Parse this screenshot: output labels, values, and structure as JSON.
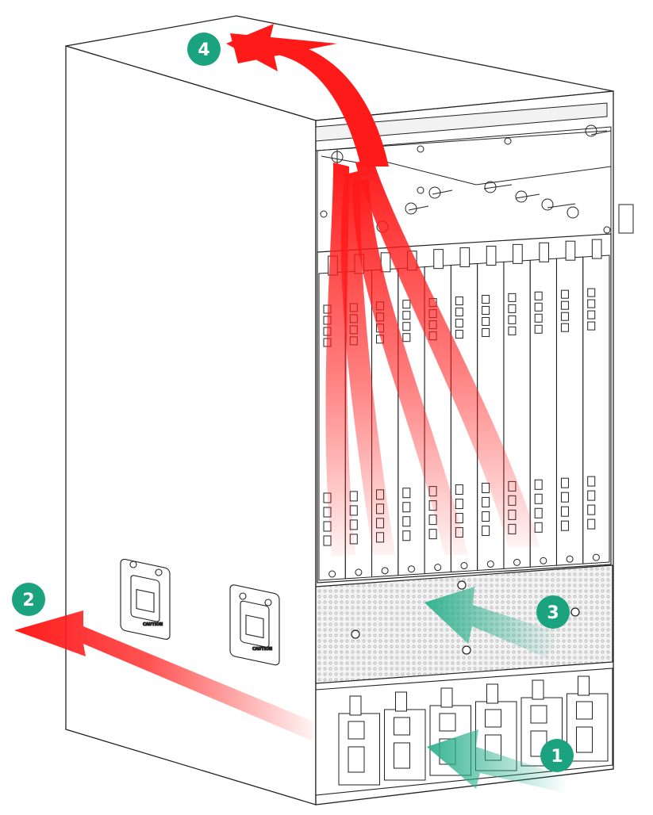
{
  "colors": {
    "hot_air": "#ff1a1a",
    "cool_air": "#2bb08c",
    "callout_bg": "#1aa37e",
    "line": "#222222",
    "mesh": "#e9e9e9"
  },
  "callouts": [
    {
      "id": "1",
      "label": "1"
    },
    {
      "id": "2",
      "label": "2"
    },
    {
      "id": "3",
      "label": "3"
    },
    {
      "id": "4",
      "label": "4"
    }
  ],
  "handles": [
    {
      "label": "CAUTION"
    },
    {
      "label": "CAUTION"
    }
  ]
}
